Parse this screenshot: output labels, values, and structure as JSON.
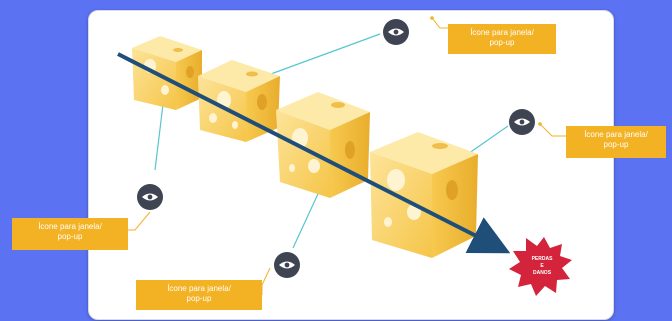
{
  "callouts": {
    "top_right": "Ícone para janela/\npop-up",
    "right": "Ícone para janela/\npop-up",
    "left": "Ícone para janela/\npop-up",
    "bottom": "Ícone para janela/\npop-up"
  },
  "burst": {
    "line1": "PERDAS",
    "line2": "E",
    "line3": "DANOS"
  },
  "icons": [
    "eye-icon",
    "eye-icon",
    "eye-icon",
    "eye-icon"
  ],
  "colors": {
    "background": "#5b72f2",
    "card": "#ffffff",
    "callout": "#f3b124",
    "leader_line": "#56c6cf",
    "arrow": "#1f4e79",
    "cheese": "#f9d36b",
    "burst": "#d4243b",
    "eye_button": "#3f4452"
  }
}
